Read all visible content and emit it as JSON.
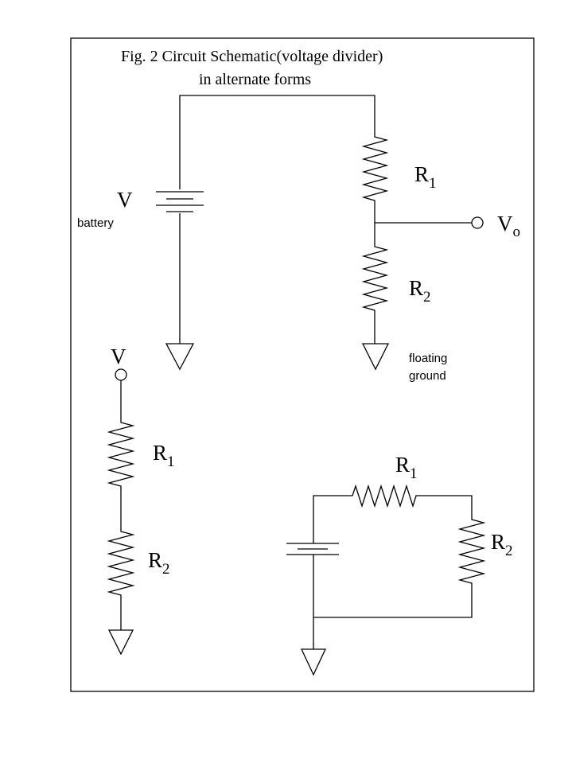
{
  "caption": {
    "line1": "Fig. 2 Circuit Schematic(voltage divider)",
    "line2": "in alternate forms"
  },
  "circuit_a": {
    "source_label": "V",
    "source_note": "battery",
    "r1": {
      "base": "R",
      "sub": "1"
    },
    "r2": {
      "base": "R",
      "sub": "2"
    },
    "output": {
      "base": "V",
      "sub": "o"
    },
    "ground_note_1": "floating",
    "ground_note_2": "ground"
  },
  "circuit_b": {
    "source_label": "V",
    "r1": {
      "base": "R",
      "sub": "1"
    },
    "r2": {
      "base": "R",
      "sub": "2"
    }
  },
  "circuit_c": {
    "r1": {
      "base": "R",
      "sub": "1"
    },
    "r2": {
      "base": "R",
      "sub": "2"
    }
  },
  "colors": {
    "line": "#000000",
    "background": "#ffffff"
  }
}
